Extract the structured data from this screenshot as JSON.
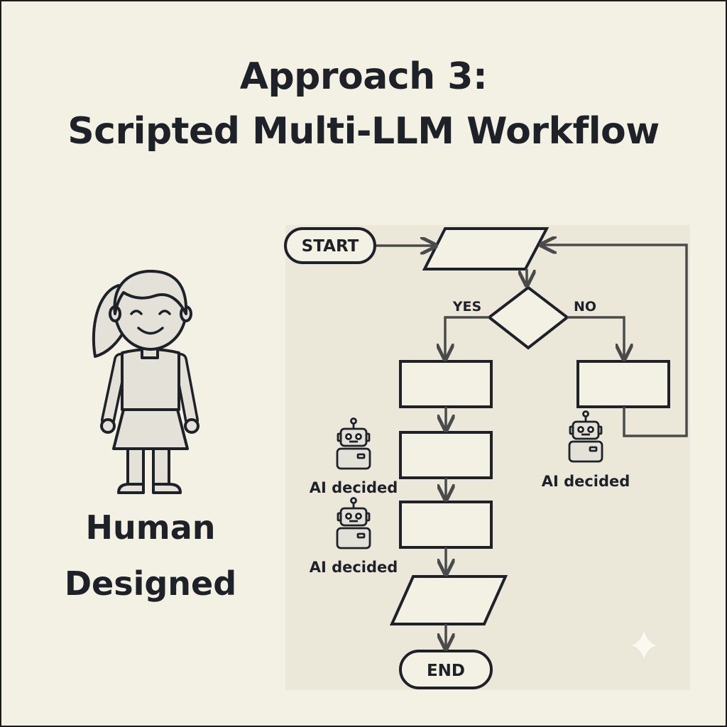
{
  "title": {
    "line1": "Approach 3:",
    "line2": "Scripted Multi-LLM Workflow"
  },
  "human": {
    "line1": "Human",
    "line2": "Designed",
    "icon": "girl-figure-icon"
  },
  "flowchart": {
    "start_label": "START",
    "end_label": "END",
    "yes_label": "YES",
    "no_label": "NO",
    "ai_labels": [
      "AI decided",
      "AI decided",
      "AI decided"
    ],
    "robot_icon": "robot-icon"
  },
  "colors": {
    "background": "#f3f1e4",
    "panel": "#ebe8da",
    "stroke": "#1e2228",
    "arrow": "#4a4a4a",
    "figure_fill": "#e4e2d8"
  }
}
